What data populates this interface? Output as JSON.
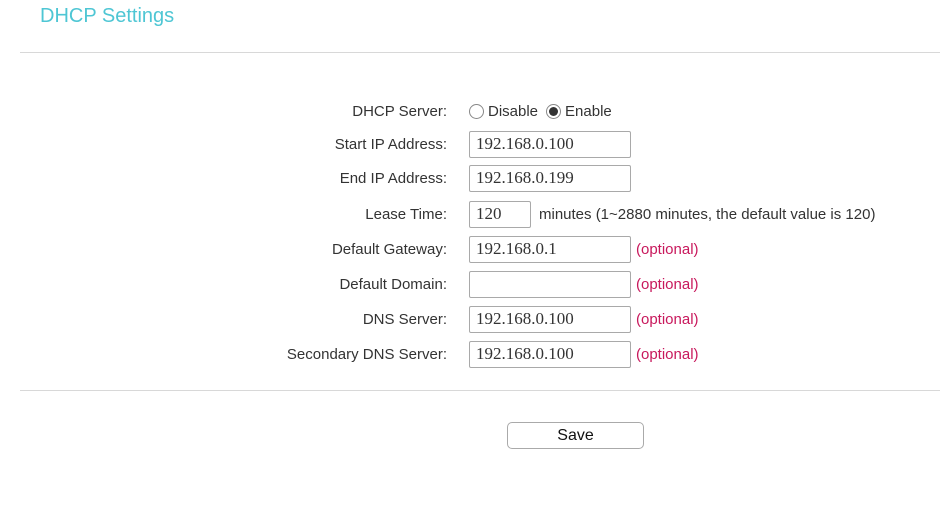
{
  "title": "DHCP Settings",
  "dhcp_server": {
    "label": "DHCP Server:",
    "options": [
      "Disable",
      "Enable"
    ],
    "selected": "Enable"
  },
  "start_ip": {
    "label": "Start IP Address:",
    "value": "192.168.0.100"
  },
  "end_ip": {
    "label": "End IP Address:",
    "value": "192.168.0.199"
  },
  "lease": {
    "label": "Lease Time:",
    "value": "120",
    "note": "minutes (1~2880 minutes, the default value is 120)"
  },
  "gateway": {
    "label": "Default Gateway:",
    "value": "192.168.0.1",
    "hint": "(optional)"
  },
  "domain": {
    "label": "Default Domain:",
    "value": "",
    "hint": "(optional)"
  },
  "dns": {
    "label": "DNS Server:",
    "value": "192.168.0.100",
    "hint": "(optional)"
  },
  "dns2": {
    "label": "Secondary DNS Server:",
    "value": "192.168.0.100",
    "hint": "(optional)"
  },
  "save_label": "Save"
}
